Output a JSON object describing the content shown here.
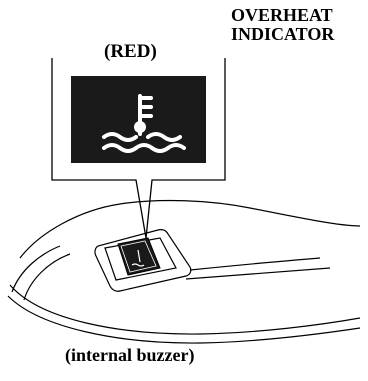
{
  "indicator": {
    "title_line1": "OVERHEAT",
    "title_line2": "INDICATOR",
    "color_label": "(RED)",
    "icon": "coolant-temperature-icon",
    "icon_color": "#ffffff",
    "panel_color": "#1a1a1a"
  },
  "buzzer_label": "(internal buzzer)"
}
